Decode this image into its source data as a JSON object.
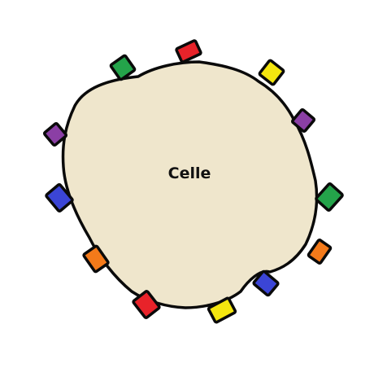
{
  "diagram": {
    "cell_label": "Celle",
    "colors": {
      "background": "#ffffff",
      "cell_fill": "#efe6cc",
      "cell_outline": "#0a0a0a",
      "marker_outline": "#0a0a0a"
    },
    "markers": [
      {
        "name": "marker-red-top",
        "color": "#e8232a"
      },
      {
        "name": "marker-green-top-left",
        "color": "#24a34a"
      },
      {
        "name": "marker-yellow-top-right",
        "color": "#f4e60f"
      },
      {
        "name": "marker-purple-right",
        "color": "#8b3fa5"
      },
      {
        "name": "marker-purple-left",
        "color": "#8b3fa5"
      },
      {
        "name": "marker-green-right",
        "color": "#24a34a"
      },
      {
        "name": "marker-blue-left",
        "color": "#3b45d6"
      },
      {
        "name": "marker-orange-right",
        "color": "#f47a1a"
      },
      {
        "name": "marker-orange-left",
        "color": "#f47a1a"
      },
      {
        "name": "marker-blue-bottom-right",
        "color": "#3b45d6"
      },
      {
        "name": "marker-red-bottom-left",
        "color": "#e8232a"
      },
      {
        "name": "marker-yellow-bottom",
        "color": "#f4e60f"
      }
    ]
  }
}
